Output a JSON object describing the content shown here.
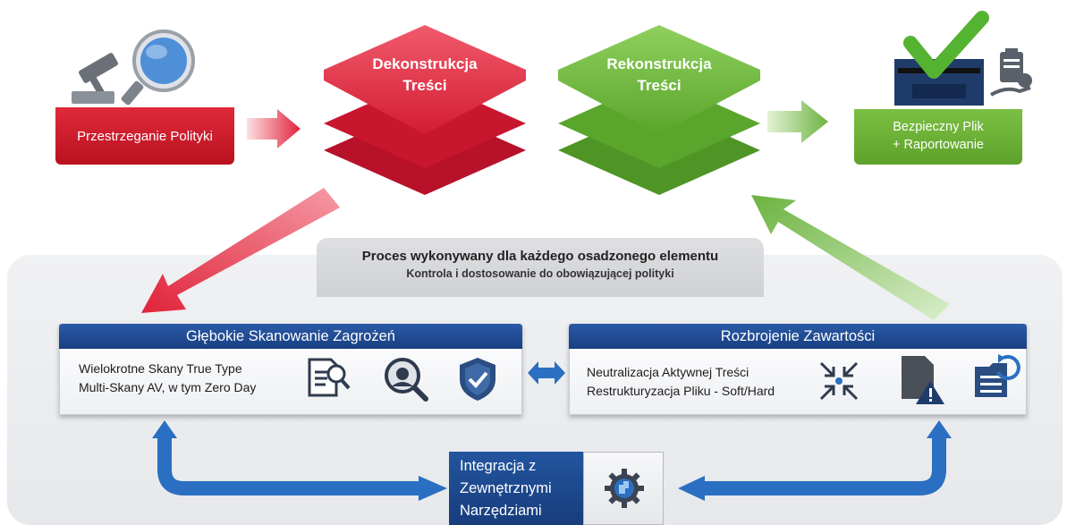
{
  "policy": {
    "label": "Przestrzeganie Polityki"
  },
  "deconstruction": {
    "line1": "Dekonstrukcja",
    "line2": "Treści",
    "color": "#e0233a"
  },
  "reconstruction": {
    "line1": "Rekonstrukcja",
    "line2": "Treści",
    "color": "#6cb33f"
  },
  "result": {
    "line1": "Bezpieczny Plik",
    "line2": "+ Raportowanie"
  },
  "process": {
    "title": "Proces wykonywany dla każdego osadzonego elementu",
    "subtitle": "Kontrola i dostosowanie do obowiązującej polityki"
  },
  "scan_card": {
    "header": "Głębokie Skanowanie Zagrożeń",
    "lines": [
      "Wielokrotne Skany True Type",
      "Multi-Skany AV, w tym Zero Day"
    ],
    "icons": [
      "document-search-icon",
      "malware-search-icon",
      "shield-check-icon"
    ]
  },
  "disarm_card": {
    "header": "Rozbrojenie Zawartości",
    "lines": [
      "Neutralizacja Aktywnej Treści",
      "Restrukturyzacja Pliku - Soft/Hard"
    ],
    "icons": [
      "compress-arrows-icon",
      "document-warning-icon",
      "folder-list-icon"
    ]
  },
  "integration": {
    "lines": [
      "Integracja z",
      "Zewnętrznymi",
      "Narzędziami"
    ],
    "icon": "gear-puzzle-icon"
  },
  "colors": {
    "red": "#e0233a",
    "green": "#6cb33f",
    "blue": "#1f4f9a",
    "arrow_blue": "#2a6fc1"
  }
}
